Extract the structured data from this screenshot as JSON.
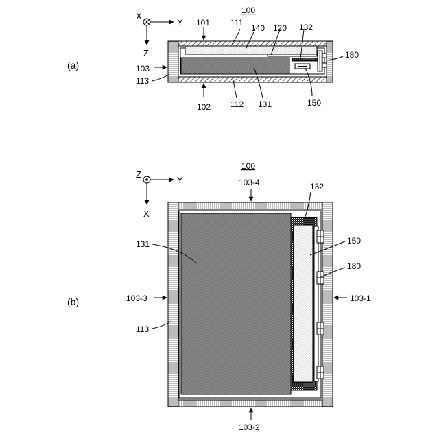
{
  "figure_a": {
    "panel_label": "(a)",
    "title": "100",
    "axis_x": "X",
    "axis_y": "Y",
    "axis_z": "Z",
    "labels": {
      "l101": "101",
      "l111": "111",
      "l140": "140",
      "l120": "120",
      "l132": "132",
      "l180": "180",
      "l103": "103",
      "l113": "113",
      "l102": "102",
      "l112": "112",
      "l131": "131",
      "l150": "150"
    }
  },
  "figure_b": {
    "panel_label": "(b)",
    "title": "100",
    "axis_z": "Z",
    "axis_y": "Y",
    "axis_x": "X",
    "labels": {
      "l103_4": "103-4",
      "l132": "132",
      "l131": "131",
      "l150": "150",
      "l180": "180",
      "l103_3": "103-3",
      "l103_1": "103-1",
      "l113": "113",
      "l103_2": "103-2"
    }
  }
}
